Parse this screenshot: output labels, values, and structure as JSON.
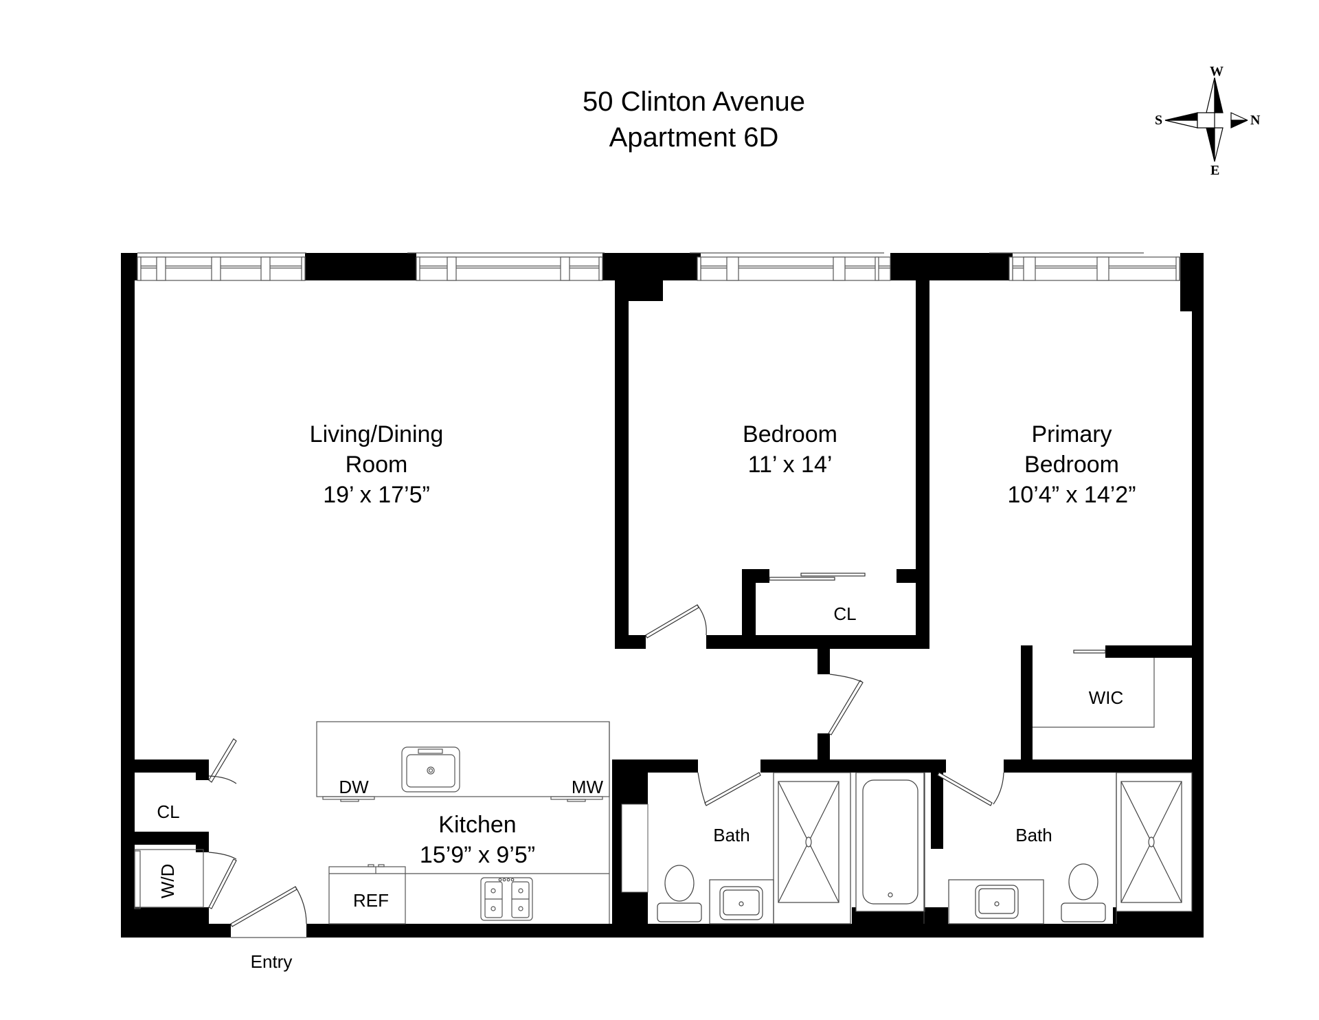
{
  "header": {
    "address": "50 Clinton Avenue",
    "unit": "Apartment 6D"
  },
  "compass": {
    "top": "W",
    "left": "S",
    "right": "N",
    "bottom": "E"
  },
  "rooms": {
    "living_dining": {
      "name_line1": "Living/Dining",
      "name_line2": "Room",
      "size": "19’ x 17’5”"
    },
    "bedroom": {
      "name": "Bedroom",
      "size": "11’ x 14’"
    },
    "primary_bedroom": {
      "name_line1": "Primary",
      "name_line2": "Bedroom",
      "size": "10’4” x 14’2”"
    },
    "kitchen": {
      "name": "Kitchen",
      "size": "15’9” x 9’5”"
    },
    "bedroom_closet": {
      "name": "CL"
    },
    "walk_in_closet": {
      "name": "WIC"
    },
    "entry_closet": {
      "name": "CL"
    },
    "washer_dryer": {
      "name": "W/D"
    },
    "bath_1": {
      "name": "Bath"
    },
    "bath_2": {
      "name": "Bath"
    },
    "entry": {
      "name": "Entry"
    }
  },
  "appliances": {
    "dishwasher": "DW",
    "microwave": "MW",
    "refrigerator": "REF"
  },
  "colors": {
    "wall": "#000000",
    "fixture_line": "#555555",
    "background": "#ffffff"
  }
}
